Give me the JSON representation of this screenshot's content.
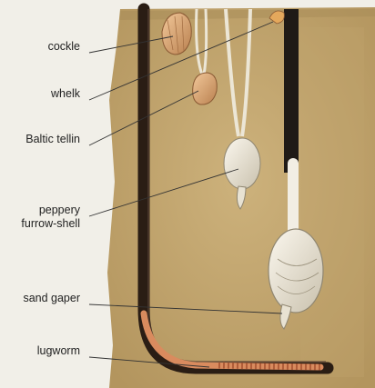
{
  "diagram": {
    "labels": [
      {
        "id": "cockle",
        "text": "cockle"
      },
      {
        "id": "whelk",
        "text": "whelk"
      },
      {
        "id": "baltic-tellin",
        "text": "Baltic tellin"
      },
      {
        "id": "peppery-furrow-shell",
        "text": "peppery\nfurrow-shell"
      },
      {
        "id": "sand-gaper",
        "text": "sand gaper"
      },
      {
        "id": "lugworm",
        "text": "lugworm"
      }
    ]
  },
  "colors": {
    "background": "#f1efe8",
    "sand": "#c9ae78",
    "sand_dark": "#b79a63",
    "burrow": "#2a1d14",
    "worm": "#d98b5e",
    "shell": "#efe8d8",
    "leader": "#333333"
  }
}
